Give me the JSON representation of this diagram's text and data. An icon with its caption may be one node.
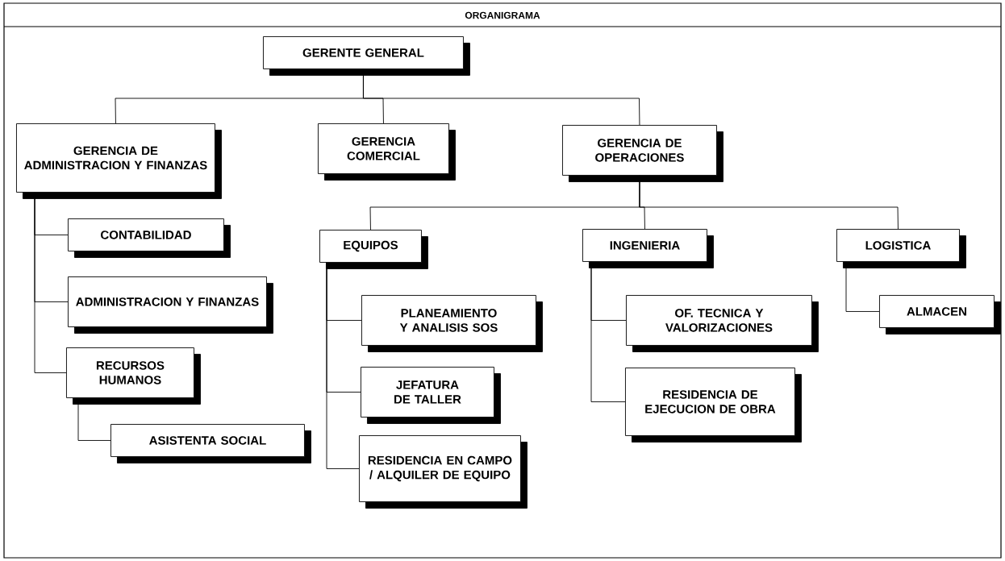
{
  "diagram": {
    "title": "ORGANIGRAMA",
    "nodes": [
      {
        "text": [
          "GERENTE GENERAL"
        ]
      },
      {
        "text": [
          "GERENCIA DE ADMINISTRACION Y FINANZAS"
        ]
      },
      {
        "text": [
          "GERENCIA COMERCIAL"
        ]
      },
      {
        "text": [
          "GERENCIA DE OPERACIONES"
        ]
      },
      {
        "text": [
          "CONTABILIDAD"
        ]
      },
      {
        "text": [
          "ADMINISTRACION Y FINANZAS"
        ]
      },
      {
        "text": [
          "RECURSOS HUMANOS"
        ]
      },
      {
        "text": [
          "ASISTENTA SOCIAL"
        ]
      },
      {
        "text": [
          "EQUIPOS"
        ]
      },
      {
        "text": [
          "INGENIERIA"
        ]
      },
      {
        "text": [
          "LOGISTICA"
        ]
      },
      {
        "text": [
          "PLANEAMIENTO Y ANALISIS SOS"
        ]
      },
      {
        "text": [
          "JEFATURA DE TALLER"
        ]
      },
      {
        "text": [
          "RESIDENCIA EN CAMPO / ALQUILER DE EQUIPO"
        ]
      },
      {
        "text": [
          "ALMACEN"
        ]
      },
      {
        "text": [
          "OF. TECNICA Y VALORIZACIONES"
        ]
      },
      {
        "text": [
          "RESIDENCIA DE EJECUCION DE OBRA"
        ]
      }
    ],
    "edges": [
      {
        "from": 0,
        "to": 1,
        "arrow": "none"
      },
      {
        "from": 0,
        "to": 2,
        "arrow": "none"
      },
      {
        "from": 0,
        "to": 3,
        "arrow": "none"
      },
      {
        "from": 1,
        "to": 4,
        "arrow": "none"
      },
      {
        "from": 1,
        "to": 5,
        "arrow": "none"
      },
      {
        "from": 1,
        "to": 6,
        "arrow": "none"
      },
      {
        "from": 6,
        "to": 7,
        "arrow": "none"
      },
      {
        "from": 3,
        "to": 8,
        "arrow": "none"
      },
      {
        "from": 3,
        "to": 9,
        "arrow": "none"
      },
      {
        "from": 3,
        "to": 10,
        "arrow": "none"
      },
      {
        "from": 8,
        "to": 11,
        "arrow": "none"
      },
      {
        "from": 8,
        "to": 12,
        "arrow": "none"
      },
      {
        "from": 8,
        "to": 13,
        "arrow": "none"
      },
      {
        "from": 9,
        "to": 15,
        "arrow": "none"
      },
      {
        "from": 9,
        "to": 16,
        "arrow": "none"
      },
      {
        "from": 10,
        "to": 14,
        "arrow": "none"
      }
    ]
  }
}
